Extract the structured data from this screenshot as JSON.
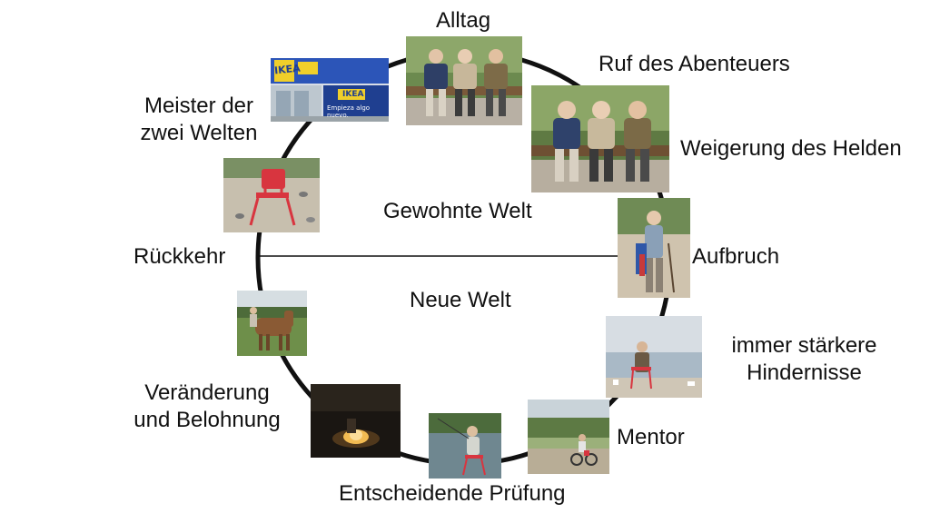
{
  "stages": {
    "alltag": "Alltag",
    "ruf": "Ruf des Abenteuers",
    "weigerung": "Weigerung des Helden",
    "aufbruch": "Aufbruch",
    "hindernisse_1": "immer stärkere",
    "hindernisse_2": "Hindernisse",
    "mentor": "Mentor",
    "pruefung": "Entscheidende Prüfung",
    "veraenderung_1": "Veränderung",
    "veraenderung_2": "und Belohnung",
    "rueckkehr": "Rückkehr",
    "meister_1": "Meister der",
    "meister_2": "zwei Welten"
  },
  "worlds": {
    "upper": "Gewohnte Welt",
    "lower": "Neue Welt"
  },
  "store_sign": {
    "logo": "IKEA",
    "tagline": "Empieza algo nuevo."
  },
  "colors": {
    "circle": "#111111",
    "chair_red": "#d8353f",
    "text": "#111111"
  }
}
